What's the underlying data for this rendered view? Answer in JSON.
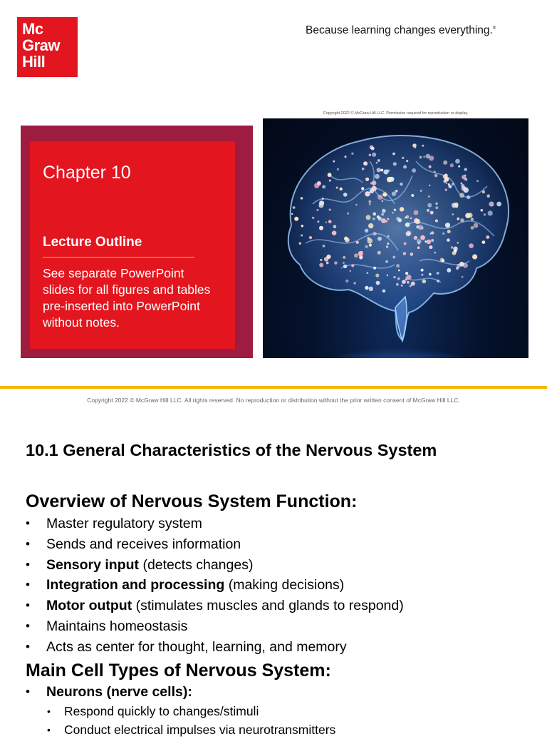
{
  "logo": {
    "line1": "Mc",
    "line2": "Graw",
    "line3": "Hill",
    "color": "#e3151f"
  },
  "tagline": {
    "text": "Because learning changes everything.",
    "mark": "®"
  },
  "image_copyright": "Copyright 2022 © McGraw Hill LLC. Permission required for reproduction or display.",
  "title_panel": {
    "chapter": "Chapter 10",
    "subtitle": "Lecture Outline",
    "note": "See separate PowerPoint slides for all figures and tables pre-inserted into PowerPoint without notes.",
    "panel_color": "#e3151f",
    "frame_color": "#9e1c40",
    "rule_color": "#f7c500"
  },
  "hero_image": {
    "icon": "brain-illustration-icon"
  },
  "footer": {
    "copyright": "Copyright 2022 © McGraw Hill LLC. All rights reserved. No reproduction or distribution without the prior written consent of McGraw Hill LLC.",
    "divider_color": "#f7b500"
  },
  "section_title": "10.1 General Characteristics of the Nervous System",
  "overview": {
    "heading": "Overview of Nervous System Function:",
    "items": [
      {
        "bold": "",
        "text": "Master regulatory system"
      },
      {
        "bold": "",
        "text": "Sends and receives information"
      },
      {
        "bold": "Sensory input",
        "text": " (detects changes)"
      },
      {
        "bold": "Integration and processing",
        "text": " (making decisions)"
      },
      {
        "bold": "Motor output",
        "text": " (stimulates muscles and glands to respond)"
      },
      {
        "bold": "",
        "text": "Maintains homeostasis"
      },
      {
        "bold": "",
        "text": "Acts as center for thought, learning, and memory"
      }
    ]
  },
  "cell_types": {
    "heading": "Main Cell Types of Nervous System:",
    "items": [
      {
        "bold": "Neurons (nerve cells):"
      }
    ],
    "sub_items": [
      {
        "text": "Respond quickly to changes/stimuli"
      },
      {
        "text": "Conduct electrical impulses via neurotransmitters"
      }
    ]
  },
  "bullet_glyph": "•"
}
